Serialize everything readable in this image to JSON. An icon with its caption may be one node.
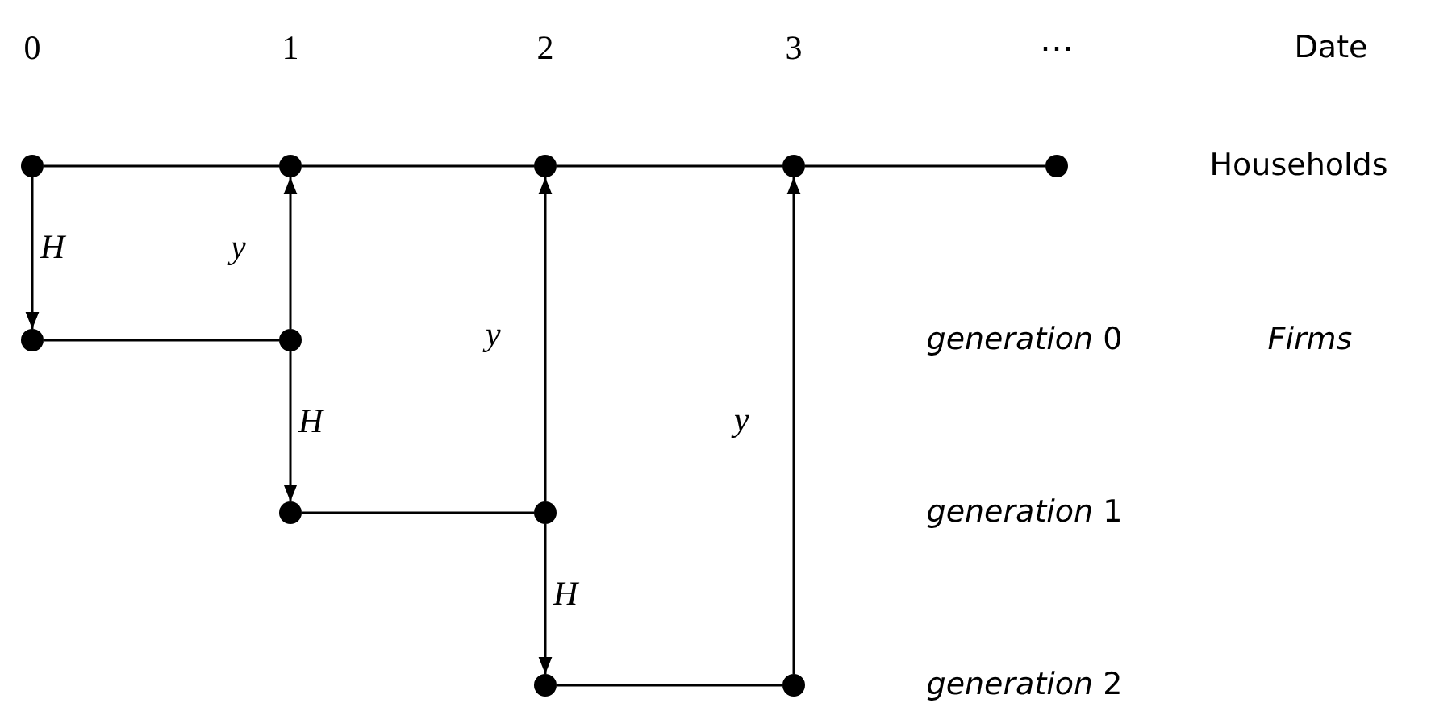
{
  "diagram": {
    "nodes": [
      {
        "text": [],
        "shape": "circle"
      },
      {
        "text": [],
        "shape": "circle"
      },
      {
        "text": [],
        "shape": "circle"
      },
      {
        "text": [],
        "shape": "circle"
      },
      {
        "text": [],
        "shape": "circle"
      },
      {
        "text": [],
        "shape": "circle"
      },
      {
        "text": [],
        "shape": "circle"
      },
      {
        "text": [],
        "shape": "circle"
      },
      {
        "text": [],
        "shape": "circle"
      },
      {
        "text": [],
        "shape": "circle"
      },
      {
        "text": [],
        "shape": "circle"
      }
    ],
    "edges": [
      {
        "from": 0,
        "to": 1,
        "arrow": "none"
      },
      {
        "from": 1,
        "to": 2,
        "arrow": "none"
      },
      {
        "from": 2,
        "to": 3,
        "arrow": "none"
      },
      {
        "from": 3,
        "to": 4,
        "arrow": "none"
      },
      {
        "from": 0,
        "to": 5,
        "arrow": "to",
        "label": "H"
      },
      {
        "from": 6,
        "to": 1,
        "arrow": "to",
        "label": "y"
      },
      {
        "from": 5,
        "to": 6,
        "arrow": "none"
      },
      {
        "from": 6,
        "to": 7,
        "arrow": "to",
        "label": "H"
      },
      {
        "from": 8,
        "to": 2,
        "arrow": "to",
        "label": "y"
      },
      {
        "from": 7,
        "to": 8,
        "arrow": "none"
      },
      {
        "from": 8,
        "to": 9,
        "arrow": "to",
        "label": "H"
      },
      {
        "from": 10,
        "to": 3,
        "arrow": "to",
        "label": "y"
      },
      {
        "from": 9,
        "to": 10,
        "arrow": "none"
      }
    ],
    "labels": [
      "0",
      "1",
      "2",
      "3",
      "⋯",
      "Date",
      "Households",
      "*generation* 0",
      "Firms",
      "*generation* 1",
      "*generation* 2"
    ]
  }
}
